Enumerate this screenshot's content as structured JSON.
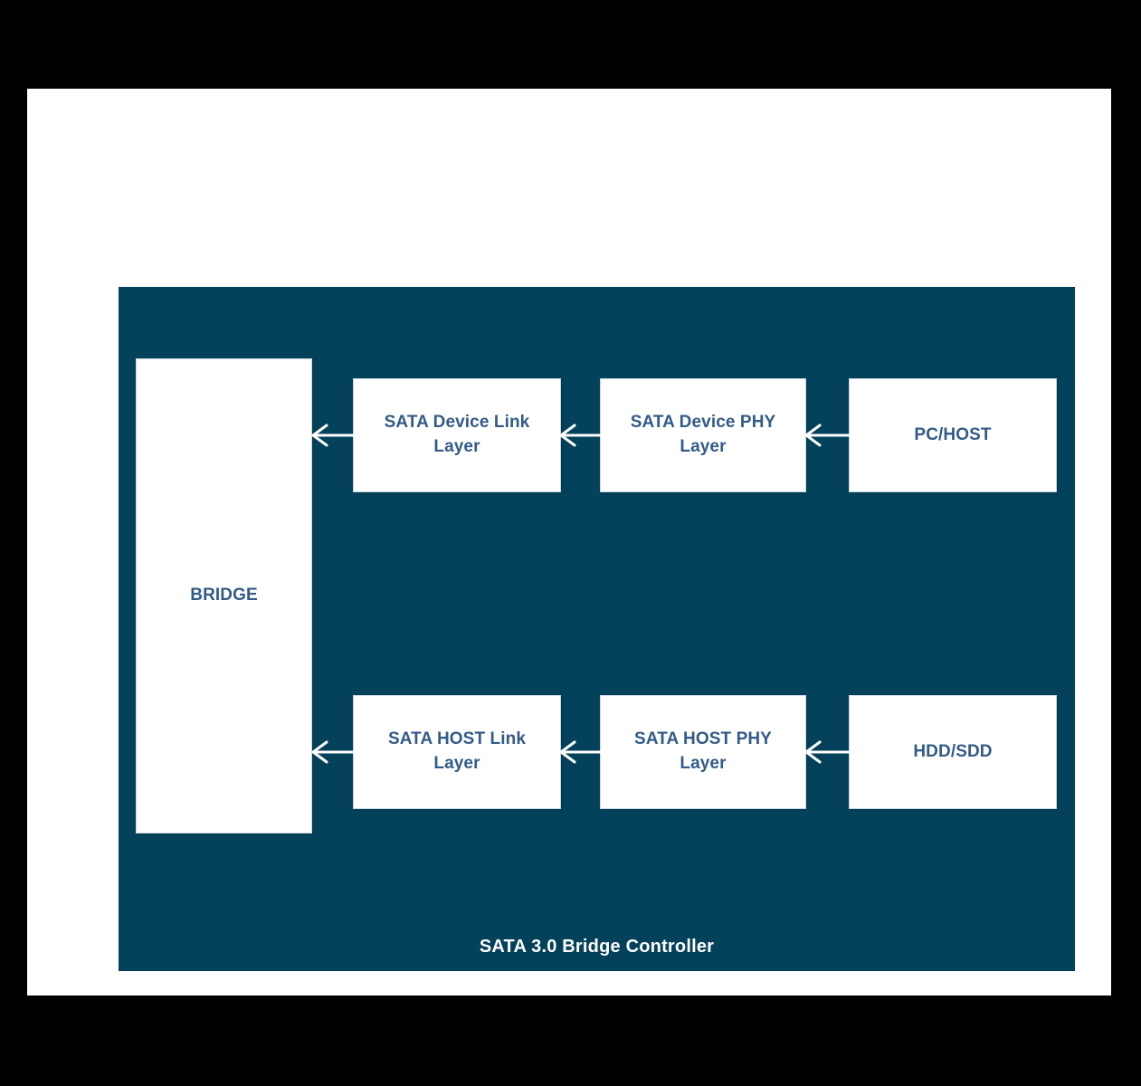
{
  "diagram": {
    "title": "SATA 3.0 Bridge Controller",
    "panel_caption": "SATA 3.0 Bridge Controller",
    "colors": {
      "panel_background": "#04415a",
      "page_background": "#ffffff",
      "outer_background": "#000000",
      "block_fill": "#ffffff",
      "block_border": "#c9d8e0",
      "block_text": "#335b87",
      "caption_text": "#ffffff",
      "arrow": "#ffffff"
    },
    "blocks": [
      {
        "id": "bridge",
        "label": "BRIDGE"
      },
      {
        "id": "sata-device-link",
        "label": "SATA Device Link Layer"
      },
      {
        "id": "sata-device-phy",
        "label": "SATA Device PHY Layer"
      },
      {
        "id": "pc-host",
        "label": "PC/HOST"
      },
      {
        "id": "sata-host-link",
        "label": "SATA HOST Link Layer"
      },
      {
        "id": "sata-host-phy",
        "label": "SATA HOST PHY Layer"
      },
      {
        "id": "hdd-sdd",
        "label": "HDD/SDD"
      }
    ],
    "connections": [
      {
        "id": "pc-host-to-device-phy",
        "from": "pc-host",
        "to": "sata-device-phy",
        "direction": "left"
      },
      {
        "id": "device-phy-to-link",
        "from": "sata-device-phy",
        "to": "sata-device-link",
        "direction": "left"
      },
      {
        "id": "device-link-to-bridge",
        "from": "sata-device-link",
        "to": "bridge",
        "direction": "left"
      },
      {
        "id": "hdd-to-host-phy",
        "from": "hdd-sdd",
        "to": "sata-host-phy",
        "direction": "left"
      },
      {
        "id": "host-phy-to-link",
        "from": "sata-host-phy",
        "to": "sata-host-link",
        "direction": "left"
      },
      {
        "id": "host-link-to-bridge",
        "from": "sata-host-link",
        "to": "bridge",
        "direction": "left"
      }
    ]
  }
}
